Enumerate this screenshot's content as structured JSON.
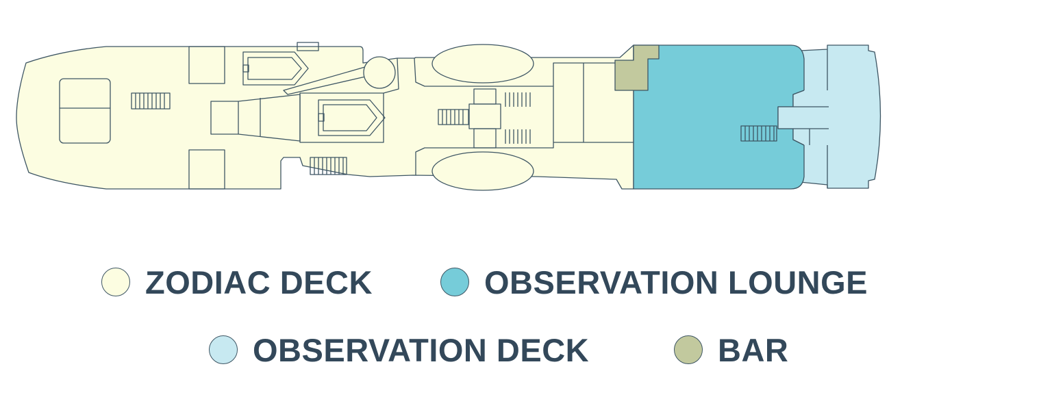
{
  "colors": {
    "zodiac_deck": "#fcfde1",
    "observation_lounge": "#76ccd9",
    "observation_deck": "#c7e9f1",
    "bar": "#c2c99e",
    "outline": "#3d5563",
    "label_text": "#33485a"
  },
  "legend": [
    {
      "id": "zodiac",
      "label": "ZODIAC DECK",
      "color": "#fcfde1"
    },
    {
      "id": "lounge",
      "label": "OBSERVATION LOUNGE",
      "color": "#76ccd9"
    },
    {
      "id": "obsdeck",
      "label": "OBSERVATION DECK",
      "color": "#c7e9f1"
    },
    {
      "id": "bar",
      "label": "BAR",
      "color": "#c2c99e"
    }
  ]
}
